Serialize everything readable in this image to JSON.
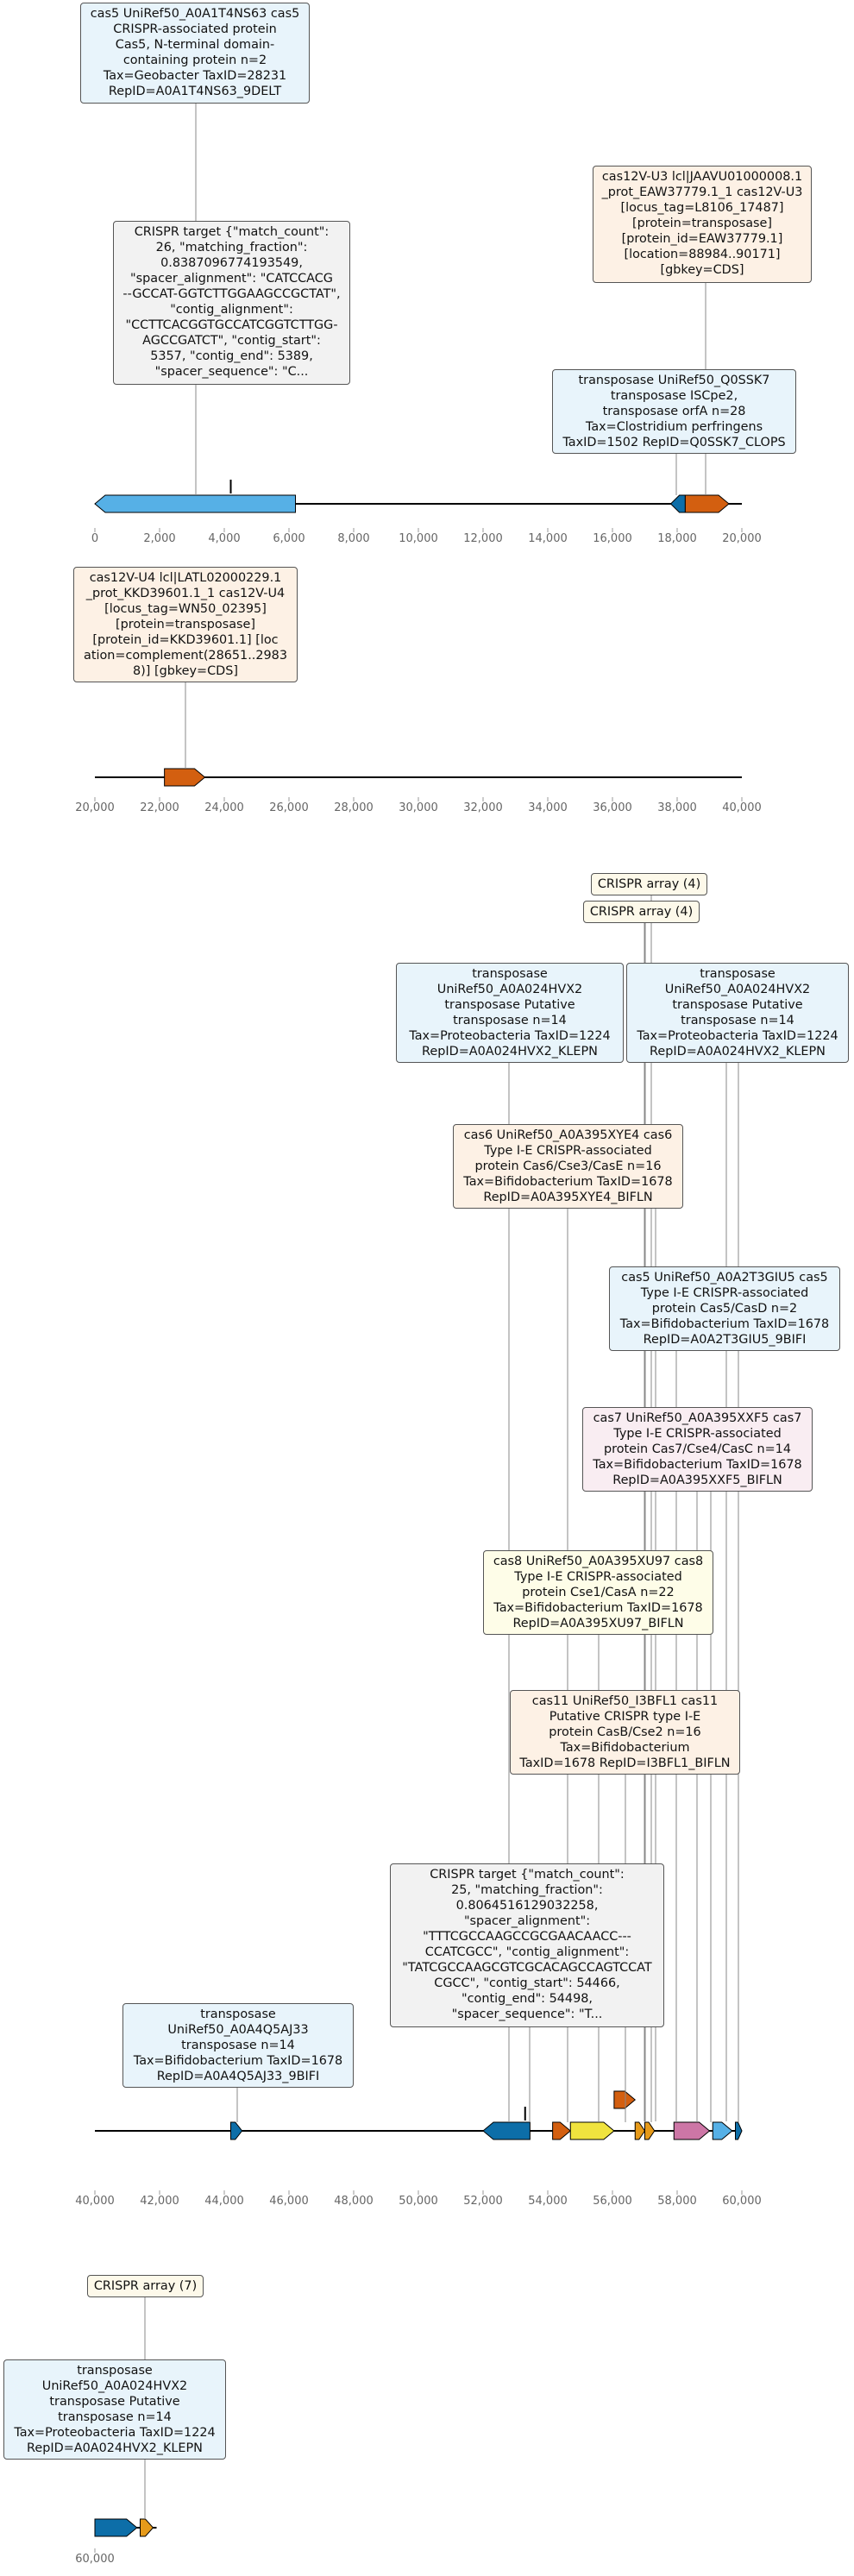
{
  "colors": {
    "blue": "#56b0e6",
    "dark_blue": "#0d6ea8",
    "orange": "#d35f10",
    "amber": "#e69a1a",
    "yellow": "#f0e33e",
    "pink": "#cd76a6",
    "axis": "#000000",
    "tick_text": "#777777"
  },
  "tracks": [
    {
      "range": [
        0,
        20000
      ],
      "ticks": [
        "0",
        "2,000",
        "4,000",
        "6,000",
        "8,000",
        "10,000",
        "12,000",
        "14,000",
        "16,000",
        "18,000",
        "20,000"
      ],
      "features": [
        {
          "start": 0,
          "end": 6200,
          "strand": -1,
          "color": "blue",
          "label": "cas5-gene"
        },
        {
          "start": 17800,
          "end": 18250,
          "strand": -1,
          "color": "dark_blue",
          "label": "transposase-iscpe2-gene"
        },
        {
          "start": 18250,
          "end": 19600,
          "strand": 1,
          "color": "orange",
          "label": "cas12v-u3-gene"
        }
      ],
      "marks": [
        {
          "pos": 4200,
          "label": "crispr-target-mark"
        }
      ],
      "annotations": [
        {
          "name": "cas5-annotation",
          "style": "blue",
          "text": "cas5 UniRef50_A0A1T4NS63 cas5\nCRISPR-associated protein\nCas5, N-terminal domain-\ncontaining protein n=2\nTax=Geobacter TaxID=28231\nRepID=A0A1T4NS63_9DELT"
        },
        {
          "name": "crispr-target-annotation-1",
          "style": "gray",
          "text": "CRISPR target {\"match_count\":\n26, \"matching_fraction\":\n0.8387096774193549,\n\"spacer_alignment\": \"CATCCACG\n--GCCAT-GGTCTTGGAAGCCGCTAT\",\n\"contig_alignment\":\n\"CCTTCACGGTGCCATCGGTCTTGG-\nAGCCGATCT\", \"contig_start\":\n5357, \"contig_end\": 5389,\n\"spacer_sequence\": \"C..."
        },
        {
          "name": "cas12v-u3-annotation",
          "style": "orange",
          "text": "cas12V-U3 lcl|JAAVU01000008.1\n_prot_EAW37779.1_1 cas12V-U3\n[locus_tag=L8106_17487]\n[protein=transposase]\n[protein_id=EAW37779.1]\n[location=88984..90171]\n[gbkey=CDS]"
        },
        {
          "name": "transposase-iscpe2-annotation",
          "style": "blue",
          "text": "transposase UniRef50_Q0SSK7\ntransposase ISCpe2,\ntransposase orfA n=28\nTax=Clostridium perfringens\nTaxID=1502 RepID=Q0SSK7_CLOPS"
        }
      ]
    },
    {
      "range": [
        20000,
        40000
      ],
      "ticks": [
        "20,000",
        "22,000",
        "24,000",
        "26,000",
        "28,000",
        "30,000",
        "32,000",
        "34,000",
        "36,000",
        "38,000",
        "40,000"
      ],
      "features": [
        {
          "start": 22150,
          "end": 23400,
          "strand": 1,
          "color": "orange",
          "label": "cas12v-u4-gene"
        }
      ],
      "marks": [],
      "annotations": [
        {
          "name": "cas12v-u4-annotation",
          "style": "orange",
          "text": "cas12V-U4 lcl|LATL02000229.1\n_prot_KKD39601.1_1 cas12V-U4\n[locus_tag=WN50_02395]\n[protein=transposase]\n[protein_id=KKD39601.1] [loc\nation=complement(28651..2983\n8)] [gbkey=CDS]"
        }
      ]
    },
    {
      "range": [
        40000,
        60000
      ],
      "ticks": [
        "40,000",
        "42,000",
        "44,000",
        "46,000",
        "48,000",
        "50,000",
        "52,000",
        "54,000",
        "56,000",
        "58,000",
        "60,000"
      ],
      "features": [
        {
          "start": 44200,
          "end": 44550,
          "strand": 1,
          "color": "dark_blue",
          "label": "transposase-a0a4q5aj33-gene"
        },
        {
          "start": 52000,
          "end": 53450,
          "strand": -1,
          "color": "dark_blue",
          "label": "transposase-a0a024hvx2-gene"
        },
        {
          "start": 54150,
          "end": 54700,
          "strand": 1,
          "color": "orange",
          "label": "cas6-gene"
        },
        {
          "start": 54700,
          "end": 56050,
          "strand": 1,
          "color": "yellow",
          "label": "cas8-gene"
        },
        {
          "start": 56050,
          "end": 56700,
          "strand": 1,
          "color": "orange",
          "label": "cas11-gene",
          "raised": true
        },
        {
          "start": 56700,
          "end": 57000,
          "strand": 1,
          "color": "amber",
          "label": "cas7-gene"
        },
        {
          "start": 57000,
          "end": 57300,
          "strand": 1,
          "color": "amber",
          "label": "cas5-e-gene"
        },
        {
          "start": 57900,
          "end": 59000,
          "strand": 1,
          "color": "pink",
          "label": "cas3-gene"
        },
        {
          "start": 59100,
          "end": 59700,
          "strand": 1,
          "color": "blue",
          "label": "cas-blue-gene"
        },
        {
          "start": 59800,
          "end": 60000,
          "strand": 1,
          "color": "dark_blue",
          "label": "transposase-end-gene"
        }
      ],
      "marks": [
        {
          "pos": 53300,
          "label": "crispr-target-mark"
        }
      ],
      "annotations": [
        {
          "name": "crispr-array-4-a",
          "style": "cream",
          "text": "CRISPR array (4)"
        },
        {
          "name": "crispr-array-4-b",
          "style": "cream",
          "text": "CRISPR array (4)"
        },
        {
          "name": "transposase-hvx2-annotation-a",
          "style": "blue",
          "text": "transposase\nUniRef50_A0A024HVX2\ntransposase Putative\ntransposase n=14\nTax=Proteobacteria TaxID=1224\nRepID=A0A024HVX2_KLEPN"
        },
        {
          "name": "transposase-hvx2-annotation-b",
          "style": "blue",
          "text": "transposase\nUniRef50_A0A024HVX2\ntransposase Putative\ntransposase n=14\nTax=Proteobacteria TaxID=1224\nRepID=A0A024HVX2_KLEPN"
        },
        {
          "name": "cas6-annotation",
          "style": "orange",
          "text": "cas6 UniRef50_A0A395XYE4 cas6\nType I-E CRISPR-associated\nprotein Cas6/Cse3/CasE n=16\nTax=Bifidobacterium TaxID=1678\nRepID=A0A395XYE4_BIFLN"
        },
        {
          "name": "cas5-e-annotation",
          "style": "blue",
          "text": "cas5 UniRef50_A0A2T3GIU5 cas5\nType I-E CRISPR-associated\nprotein Cas5/CasD n=2\nTax=Bifidobacterium TaxID=1678\nRepID=A0A2T3GIU5_9BIFI"
        },
        {
          "name": "cas7-annotation",
          "style": "pink",
          "text": "cas7 UniRef50_A0A395XXF5 cas7\nType I-E CRISPR-associated\nprotein Cas7/Cse4/CasC n=14\nTax=Bifidobacterium TaxID=1678\nRepID=A0A395XXF5_BIFLN"
        },
        {
          "name": "cas8-annotation",
          "style": "yellow",
          "text": "cas8 UniRef50_A0A395XU97 cas8\nType I-E CRISPR-associated\nprotein Cse1/CasA n=22\nTax=Bifidobacterium TaxID=1678\nRepID=A0A395XU97_BIFLN"
        },
        {
          "name": "cas11-annotation",
          "style": "orange",
          "text": "cas11 UniRef50_I3BFL1 cas11\nPutative CRISPR type I-E\nprotein CasB/Cse2 n=16\nTax=Bifidobacterium\nTaxID=1678 RepID=I3BFL1_BIFLN"
        },
        {
          "name": "crispr-target-annotation-2",
          "style": "gray",
          "text": "CRISPR target {\"match_count\":\n25, \"matching_fraction\":\n0.8064516129032258,\n\"spacer_alignment\":\n\"TTTCGCCAAGCCGCGAACAACC---\nCCATCGCC\", \"contig_alignment\":\n\"TATCGCCAAGCGTCGCACAGCCAGTCCAT\nCGCC\", \"contig_start\": 54466,\n\"contig_end\": 54498,\n\"spacer_sequence\": \"T..."
        },
        {
          "name": "transposase-a0a4q5aj33-annotation",
          "style": "blue",
          "text": "transposase\nUniRef50_A0A4Q5AJ33\ntransposase n=14\nTax=Bifidobacterium TaxID=1678\nRepID=A0A4Q5AJ33_9BIFI"
        }
      ]
    },
    {
      "range": [
        60000,
        80000
      ],
      "ticks": [
        "60,000"
      ],
      "features": [
        {
          "start": 60000,
          "end": 61300,
          "strand": 1,
          "color": "dark_blue",
          "label": "transposase-hvx2-gene-2"
        },
        {
          "start": 61400,
          "end": 61800,
          "strand": 1,
          "color": "amber",
          "label": "crispr-array-7-gene"
        }
      ],
      "marks": [],
      "annotations": [
        {
          "name": "crispr-array-7",
          "style": "cream",
          "text": "CRISPR array (7)"
        },
        {
          "name": "transposase-hvx2-annotation-c",
          "style": "blue",
          "text": "transposase\nUniRef50_A0A024HVX2\ntransposase Putative\ntransposase n=14\nTax=Proteobacteria TaxID=1224\nRepID=A0A024HVX2_KLEPN"
        }
      ]
    }
  ]
}
